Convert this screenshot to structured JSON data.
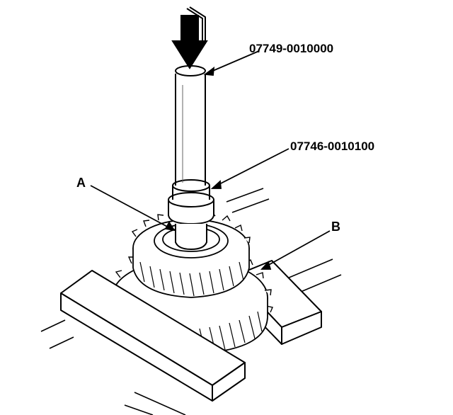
{
  "callouts": {
    "tool_driver": "07749-0010000",
    "tool_attachment": "07746-0010100",
    "part_a": "A",
    "part_b": "B"
  },
  "colors": {
    "ink": "#000000",
    "paper": "#ffffff"
  }
}
